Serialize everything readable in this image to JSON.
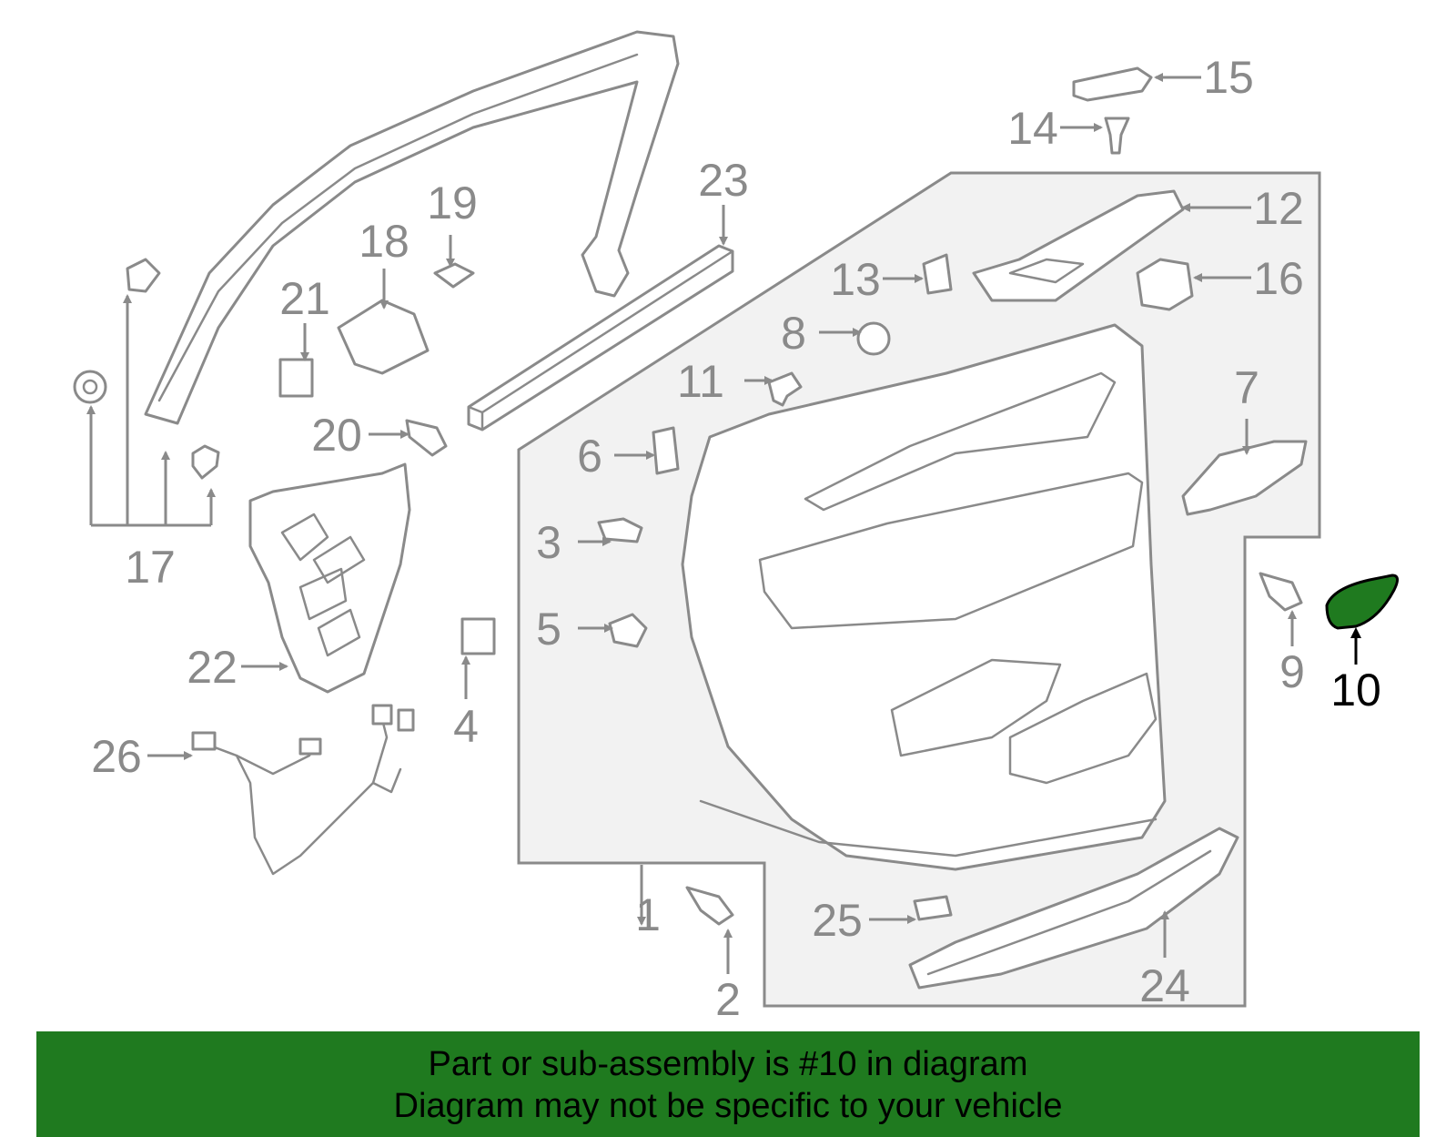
{
  "diagram": {
    "highlight_color": "#1f7a1f",
    "highlighted_part": "10",
    "callouts": {
      "c1": "1",
      "c2": "2",
      "c3": "3",
      "c4": "4",
      "c5": "5",
      "c6": "6",
      "c7": "7",
      "c8": "8",
      "c9": "9",
      "c10": "10",
      "c11": "11",
      "c12": "12",
      "c13": "13",
      "c14": "14",
      "c15": "15",
      "c16": "16",
      "c17": "17",
      "c18": "18",
      "c19": "19",
      "c20": "20",
      "c21": "21",
      "c22": "22",
      "c23": "23",
      "c24": "24",
      "c25": "25",
      "c26": "26"
    }
  },
  "footer": {
    "line1": "Part or sub-assembly is #10 in diagram",
    "line2": "Diagram may not be specific to your vehicle",
    "background": "#1f7a1f"
  }
}
